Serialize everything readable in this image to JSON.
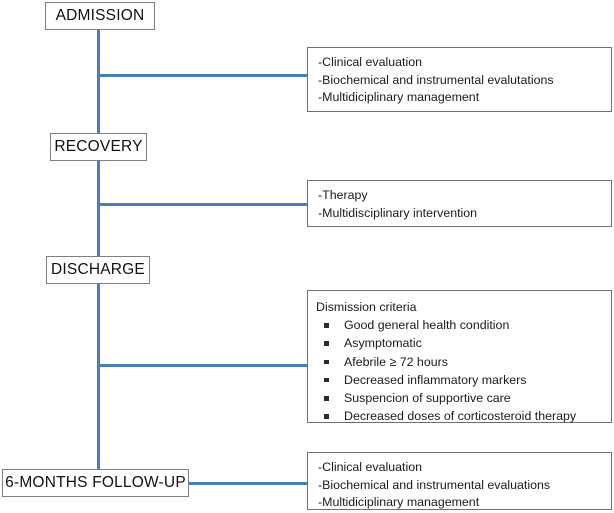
{
  "diagram": {
    "title": "Clinical pathway flowchart",
    "accent_color": "#4a7ebb",
    "box_border_color": "#808080",
    "stages": [
      {
        "id": "admission",
        "label": "ADMISSION"
      },
      {
        "id": "recovery",
        "label": "RECOVERY"
      },
      {
        "id": "discharge",
        "label": "DISCHARGE"
      },
      {
        "id": "followup",
        "label": "6-MONTHS FOLLOW-UP"
      }
    ],
    "panels": {
      "admission_actions": {
        "lines": [
          "-Clinical evaluation",
          "-Biochemical and instrumental evalutations",
          "-Multidiciplinary management"
        ]
      },
      "recovery_actions": {
        "lines": [
          "-Therapy",
          "-Multidisciplinary intervention"
        ]
      },
      "discharge_criteria": {
        "title": "Dismission criteria",
        "items": [
          "Good general health condition",
          "Asymptomatic",
          "Afebrile ≥ 72 hours",
          "Decreased inflammatory markers",
          "Suspencion of supportive care",
          "Decreased doses of corticosteroid therapy"
        ]
      },
      "followup_actions": {
        "lines": [
          "-Clinical evaluation",
          "-Biochemical and instrumental evaluations",
          "-Multidiciplinary management"
        ]
      }
    }
  }
}
